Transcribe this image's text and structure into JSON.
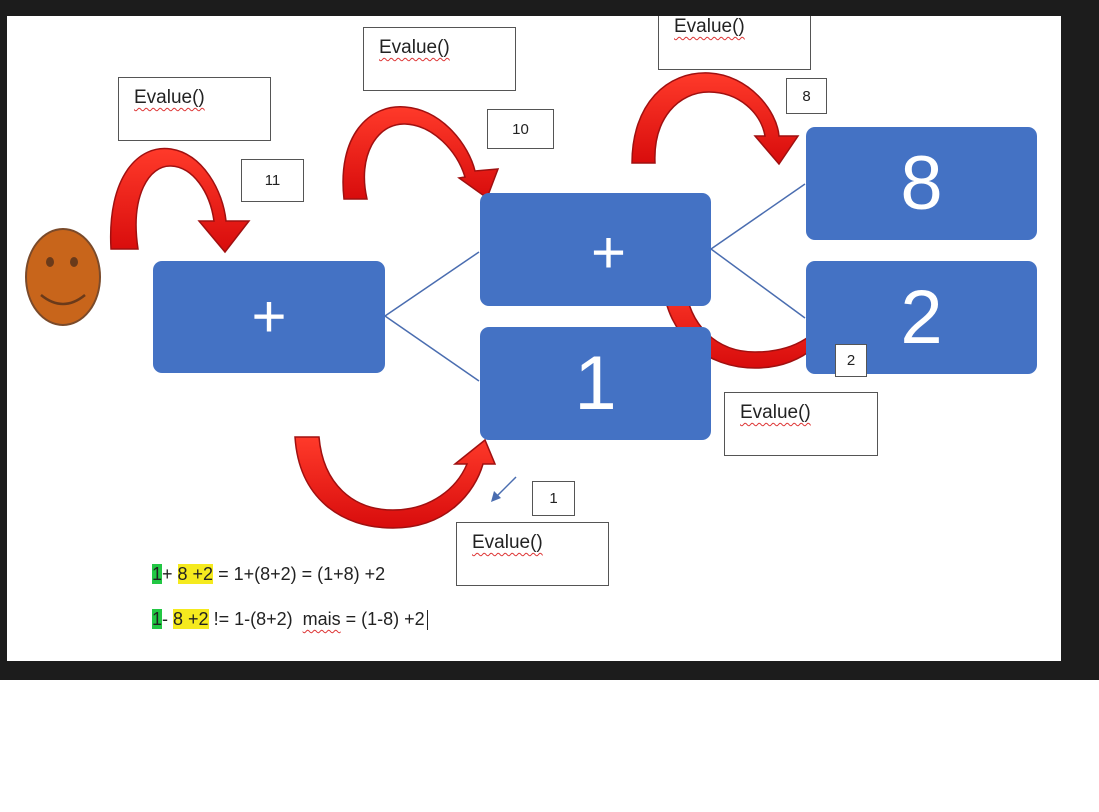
{
  "nodes": {
    "root_plus": "+",
    "inner_plus": "+",
    "one": "1",
    "eight": "8",
    "two": "2"
  },
  "callouts": {
    "evalue_root": "Evalue()",
    "evalue_inner_plus": "Evalue()",
    "evalue_eight": "Evalue()",
    "evalue_two": "Evalue()",
    "evalue_one": "Evalue()"
  },
  "values": {
    "root": "11",
    "inner_plus": "10",
    "eight": "8",
    "two": "2",
    "one": "1"
  },
  "equations": {
    "line1": {
      "green": "1",
      "after_green": "+ ",
      "yellow": "8 +2",
      "rest": " = 1+(8+2) = (1+8) +2"
    },
    "line2": {
      "green": "1",
      "after_green": "- ",
      "yellow": "8 +2",
      "neq": " !",
      "mid": "= 1-(8+2)  ",
      "mais": "mais",
      "rest": " = (1-8) +2"
    }
  },
  "colors": {
    "node_fill": "#4472c4",
    "arrow_fill": "#ee1111",
    "arrow_stroke": "#a01010",
    "connector": "#4a6db0",
    "face_fill": "#c8651b",
    "highlight_green": "#22c744",
    "highlight_yellow": "#f5ea1e"
  }
}
